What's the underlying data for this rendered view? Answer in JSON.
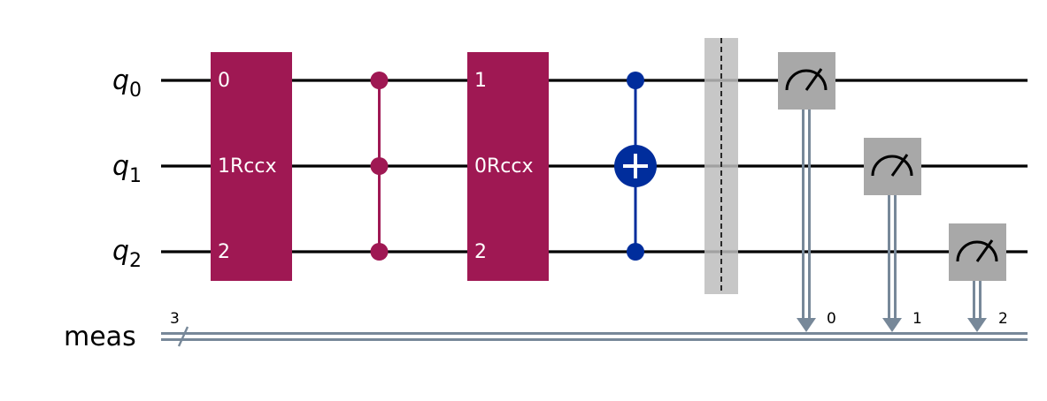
{
  "qubits": [
    {
      "name": "q",
      "index": "0"
    },
    {
      "name": "q",
      "index": "1"
    },
    {
      "name": "q",
      "index": "2"
    }
  ],
  "classical": {
    "name": "meas",
    "width": "3",
    "bits": [
      "0",
      "1",
      "2"
    ]
  },
  "gates": {
    "rccx_1": {
      "top": "0",
      "mid": "1Rccx",
      "bottom": "2"
    },
    "rccx_2": {
      "top": "1",
      "mid": "0Rccx",
      "bottom": "2"
    }
  },
  "colors": {
    "rccx": "#9f1853",
    "ccz": "#9f1853",
    "cx": "#002d9c",
    "barrier": "#bdbdbd",
    "measure": "#a8a8a8",
    "classical_wire": "#778899",
    "wire": "#000000"
  },
  "icons": {
    "measure": "meter-icon",
    "target": "plus-circle-icon"
  }
}
